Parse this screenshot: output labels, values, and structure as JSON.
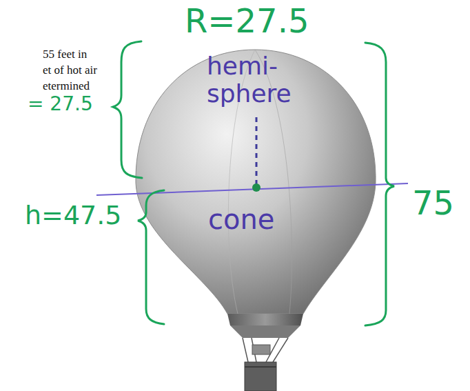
{
  "diagram": {
    "labels": [
      "R=27.5",
      "55 feet in",
      "et of hot air",
      "etermined",
      "= 27.5",
      "hemi- sphere",
      "cone",
      "h=47.5",
      "75"
    ]
  }
}
